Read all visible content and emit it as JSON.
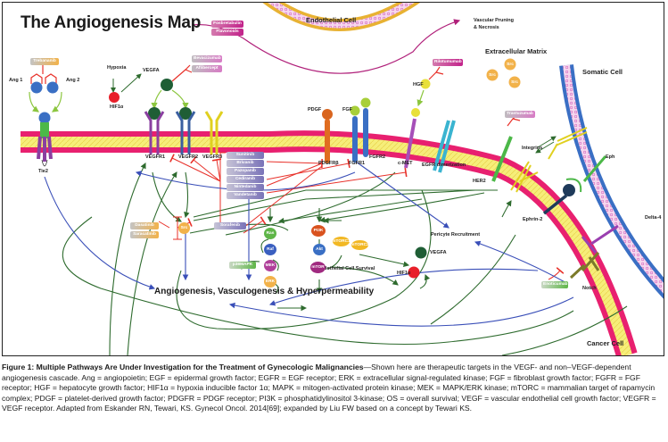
{
  "title": "The Angiogenesis Map",
  "regions": {
    "endothelial_cell": "Endothelial Cell",
    "extracellular_matrix": "Extracellular Matrix",
    "somatic_cell": "Somatic Cell",
    "cancer_cell": "Cancer Cell"
  },
  "outcomes": {
    "vascular_pruning_line1": "Vascular Pruning",
    "vascular_pruning_line2": "& Necrosis",
    "main_outcome": "Angiogenesis, Vasculogenesis & Hyperpermeability",
    "endothelial_survival": "Endothelial Cell Survival",
    "pericyte_recruitment": "Pericyte Recruitment"
  },
  "ligands": {
    "ang1": "Ang 1",
    "ang2": "Ang 2",
    "hypoxia": "Hypoxia",
    "vegfa": "VEGFA",
    "hif1a": "HIF1α",
    "pdgf": "PDGF",
    "fgf": "FGF",
    "hgf": "HGF",
    "vegfa_right": "VEGFA",
    "hif1a_right": "HIF1α"
  },
  "receptors": {
    "tie2": "Tie2",
    "vegfr1": "VEGFR1",
    "vegfr2": "VEGFR2",
    "vegfr3": "VEGFR3",
    "pdgfrb": "PDGFRβ",
    "fgfr1": "FGFR1",
    "fgfr2": "FGFR2",
    "cmet": "c-MET",
    "egfr": "EGFR dimerization",
    "her2": "HER2",
    "integrins": "Integrins",
    "eph": "Eph",
    "ephrin2": "Ephrin-2",
    "delta4": "Delta-4",
    "notch": "Notch"
  },
  "signaling_nodes": {
    "src": "Src",
    "ras": "Ras",
    "raf": "Raf",
    "mek": "MEK",
    "erk": "ERK",
    "p38mapk": "p38MAPK",
    "pi3k": "PI3K",
    "akt": "Akt",
    "mtor": "mTOR",
    "mtorc1": "mTORC1",
    "mtorc2": "mTORC2",
    "src_ecm": [
      "Src",
      "Src",
      "Src"
    ]
  },
  "drugs": {
    "trebananib": "Trebananib",
    "fosbretabulin": "Fosbretabulin",
    "flavonoids": "Flavonoids",
    "bevacizumab": "Bevacizumab",
    "aflibercept": "Aflibercept",
    "rilotumumab": "Rilotumumab",
    "trastuzumab": "Trastuzumab",
    "tki_list": [
      "Sunitinib",
      "Brivanib",
      "Pazopanib",
      "Cediranib",
      "Nintedanib",
      "Vandetanib"
    ],
    "sorafenib": "Sorafenib",
    "dasatinib": "Dasatinib",
    "saracatinib": "Saracatinib",
    "enoticumab": "Enoticumab"
  },
  "colors": {
    "membrane_pink": "#e8206f",
    "membrane_yellow": "#f6ee7a",
    "somatic_blue": "#3a6fc4",
    "endothelial_gold": "#e8b233",
    "activation_green": "#2e6b2e",
    "inhibition_red": "#e8312a",
    "pathway_blue": "#3a4fb8",
    "ligand_green": "#8cc63f"
  },
  "caption": {
    "bold": "Figure 1: Multiple Pathways Are Under Investigation for the Treatment of Gynecologic Malignancies",
    "text": "—Shown here are therapeutic targets in the VEGF- and non–VEGF-dependent angiogenesis cascade. Ang = angiopoietin; EGF = epidermal growth factor; EGFR = EGF receptor; ERK = extracellular signal-regulated kinase; FGF = fibroblast growth factor; FGFR = FGF receptor; HGF = hepatocyte growth factor; HIF1α = hypoxia inducible factor 1α; MAPK = mitogen-activated protein kinase; MEK = MAPK/ERK kinase; mTORC = mammalian target of rapamycin complex; PDGF = platelet-derived growth factor; PDGFR = PDGF receptor; PI3K = phosphatidylinositol 3-kinase; OS = overall survival; VEGF = vascular endothelial cell growth factor; VEGFR = VEGF receptor. Adapted from Eskander RN, Tewari, KS. Gynecol Oncol. 2014[69]; expanded by Liu FW based on a concept by Tewari KS."
  }
}
